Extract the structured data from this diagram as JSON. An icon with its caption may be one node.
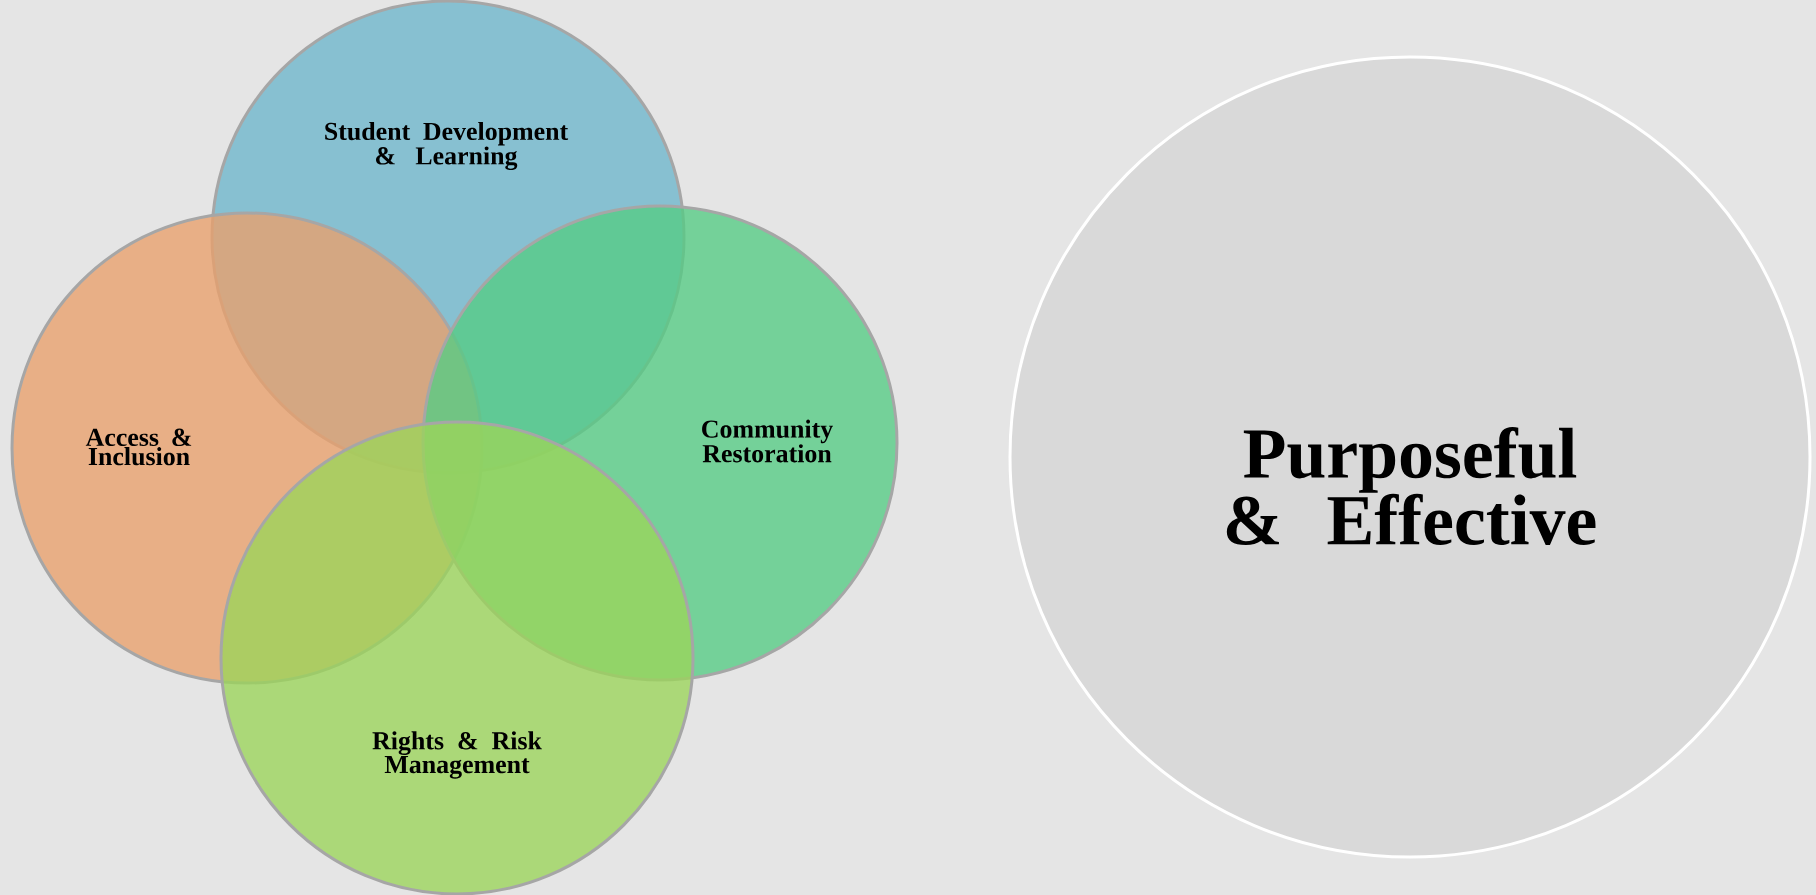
{
  "diagram": {
    "nodes": [
      {
        "text": [
          "Student Development & Learning"
        ]
      },
      {
        "text": [
          "Access & Inclusion"
        ]
      },
      {
        "text": [
          "Community Restoration"
        ]
      },
      {
        "text": [
          "Rights & Risk Management"
        ]
      },
      {
        "text": [
          "Purposeful & Effective"
        ]
      }
    ]
  }
}
